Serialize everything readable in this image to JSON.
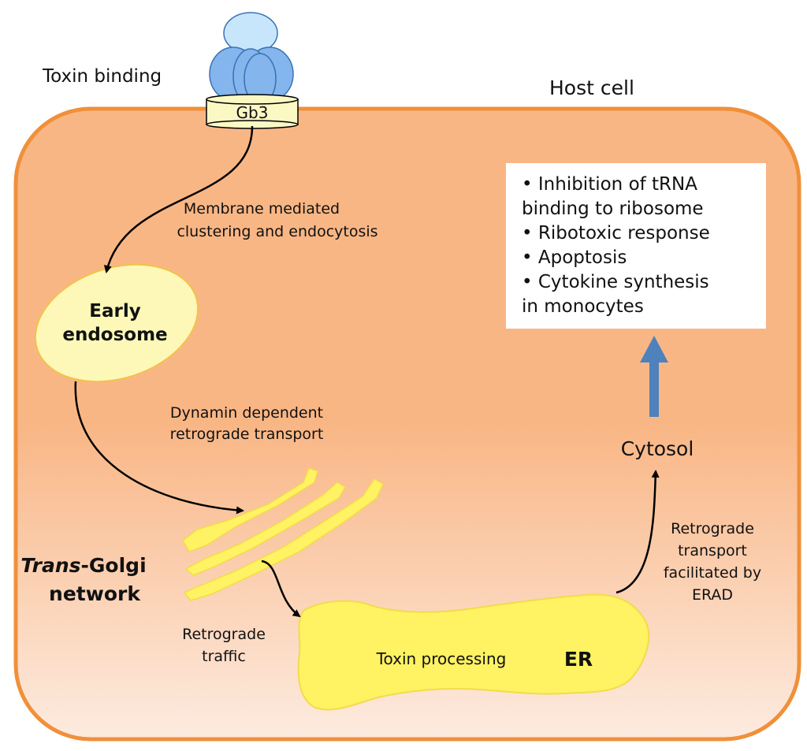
{
  "labels": {
    "toxin_binding": "Toxin binding",
    "host_cell": "Host cell",
    "receptor": "Gb3",
    "step1_line1": "Membrane mediated",
    "step1_line2": "clustering and endocytosis",
    "early_endosome_line1": "Early",
    "early_endosome_line2": "endosome",
    "step2_line1": "Dynamin dependent",
    "step2_line2": "retrograde transport",
    "tgn_italic": "Trans",
    "tgn_rest": "-Golgi",
    "tgn_line2": "network",
    "step3_line1": "Retrograde",
    "step3_line2": "traffic",
    "er_inner": "Toxin processing",
    "er_label": "ER",
    "step4_line1": "Retrograde",
    "step4_line2": "transport",
    "step4_line3": "facilitated by",
    "step4_line4": "ERAD",
    "cytosol": "Cytosol"
  },
  "effects": [
    "• Inhibition of tRNA",
    "binding to ribosome",
    "• Ribotoxic response",
    "• Apoptosis",
    "• Cytokine synthesis",
    "in monocytes"
  ],
  "colors": {
    "cell_fill_top": "#f9b685",
    "cell_fill_bottom": "#fde6d6",
    "cell_border": "#f0903a",
    "organelle_yellow": "#fff263",
    "endosome_fill": "#fdf8b8",
    "toxin_b": "#84b5ec",
    "toxin_a": "#c8e6fb",
    "receptor_fill": "#fbf8c4",
    "signal_arrow": "#4f81bd"
  }
}
